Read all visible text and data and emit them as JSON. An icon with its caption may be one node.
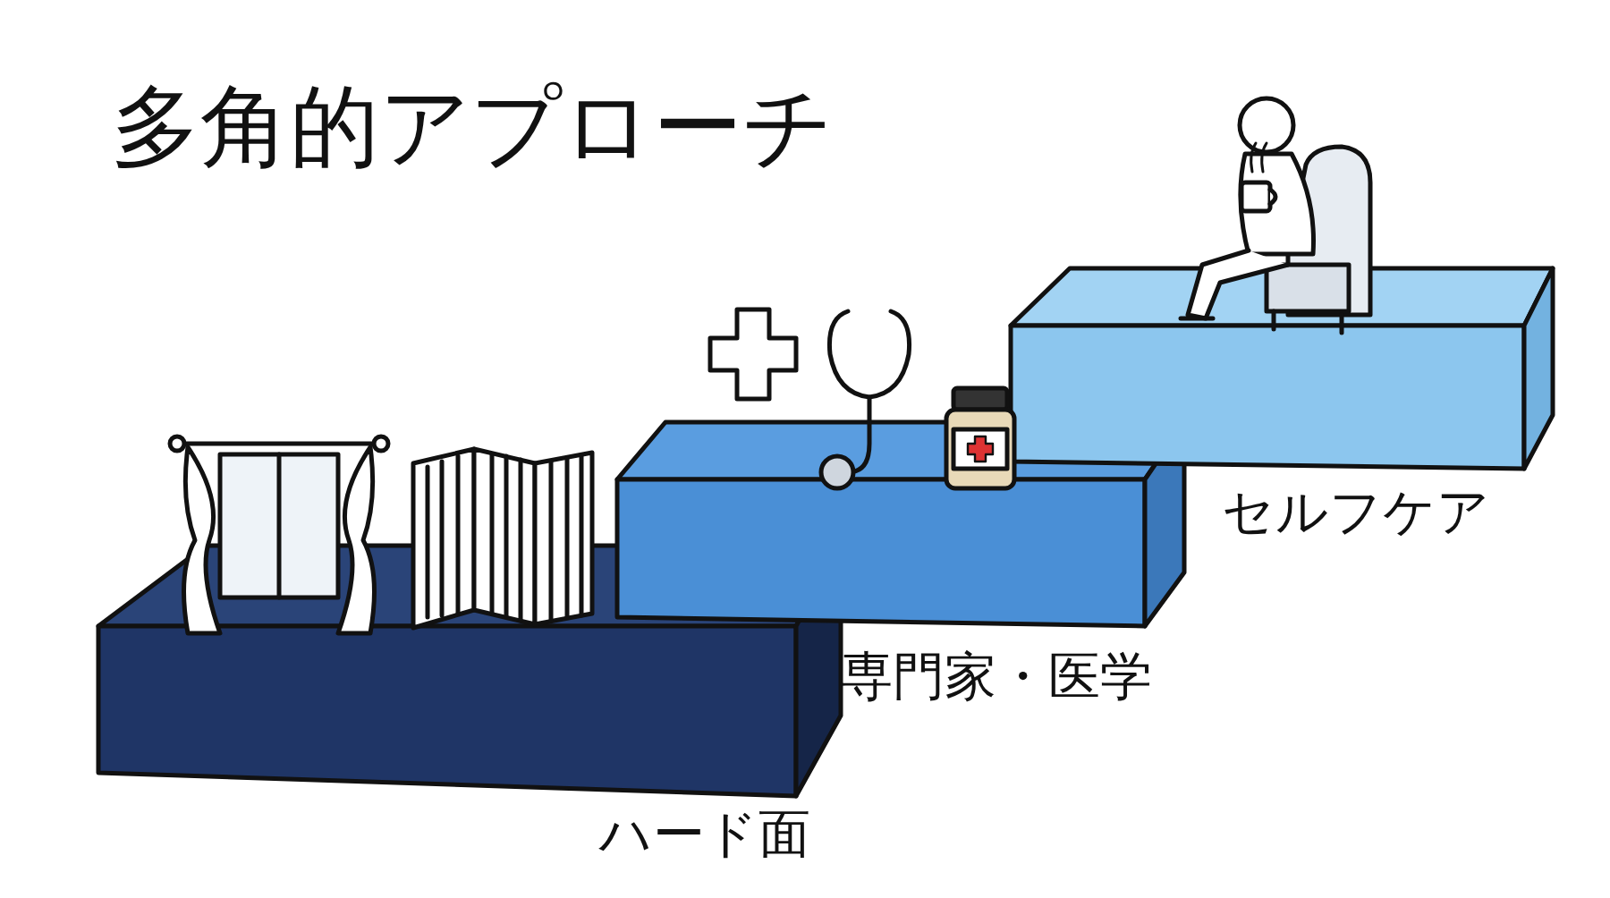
{
  "diagram": {
    "title": "多角的アプローチ",
    "nodes": [
      {
        "text": [
          "ハード面"
        ]
      },
      {
        "text": [
          "専門家・医学"
        ]
      },
      {
        "text": [
          "セルフケア"
        ]
      }
    ]
  }
}
